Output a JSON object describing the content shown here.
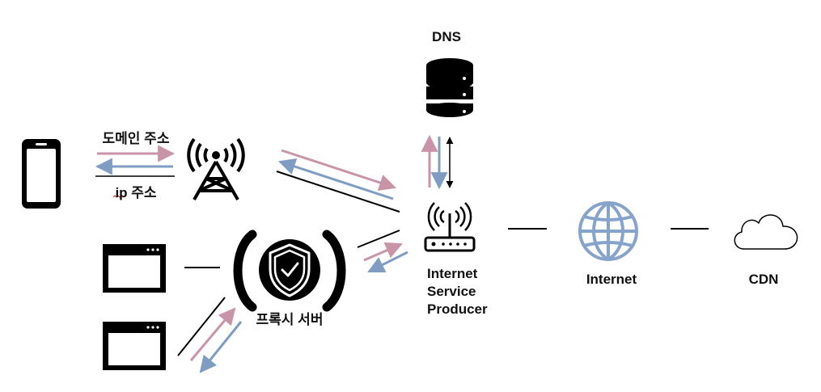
{
  "labels": {
    "dns": "DNS",
    "domain_address": "도메인 주소",
    "ip_address": "ip 주소",
    "proxy_server": "프록시 서버",
    "isp_line1": "Internet",
    "isp_line2": "Service",
    "isp_line3": "Producer",
    "internet": "Internet",
    "cdn": "CDN"
  },
  "colors": {
    "request_arrow": "#c993a8",
    "response_arrow": "#7f9dc2",
    "globe": "#86a3cc",
    "ink": "#000000"
  },
  "icons": [
    "smartphone-icon",
    "cell-tower-icon",
    "dns-server-icon",
    "router-icon",
    "browser-window-icon",
    "shield-icon",
    "globe-icon",
    "cloud-icon"
  ]
}
